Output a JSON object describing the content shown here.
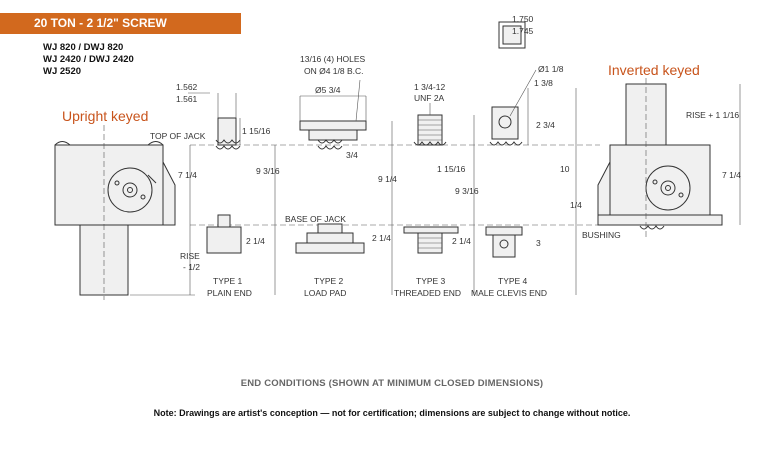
{
  "header": {
    "title": "20 TON - 2 1/2\" SCREW"
  },
  "models": [
    "WJ 820 / DWJ 820",
    "WJ 2420 / DWJ 2420",
    "WJ 2520"
  ],
  "labels": {
    "upright": "Upright keyed",
    "inverted": "Inverted keyed",
    "top_of_jack": "TOP OF JACK",
    "base_of_jack": "BASE OF JACK",
    "bushing": "BUSHING",
    "rise": "RISE",
    "rise_minus": "- 1/2",
    "rise_plus": "RISE + 1 1/16"
  },
  "dimensions": {
    "dia_top": "1.562",
    "dia_bottom": "1.561",
    "d1_15_16": "1 15/16",
    "d2_1_4_a": "2 1/4",
    "d7_1_4_left": "7 1/4",
    "d9_3_16_a": "9 3/16",
    "holes_line1": "13/16 (4) HOLES",
    "holes_line2": "ON Ø4 1/8 B.C.",
    "d_dia5_3_4": "Ø5 3/4",
    "d3_4": "3/4",
    "d2_1_4_b": "2 1/4",
    "d9_1_4": "9 1/4",
    "thread_line1": "1 3/4-12",
    "thread_line2": "UNF 2A",
    "d1_15_16_b": "1 15/16",
    "d9_3_16_b": "9 3/16",
    "d2_1_4_c": "2 1/4",
    "sq_top": "1.750",
    "sq_bottom": "1.745",
    "d_dia1_1_8": "Ø1 1/8",
    "d1_3_8": "1 3/8",
    "d2_3_4": "2 3/4",
    "d10": "10",
    "d1_4": "1/4",
    "d3": "3",
    "d7_1_4_right": "7 1/4"
  },
  "types": [
    {
      "name": "TYPE 1",
      "desc": "PLAIN END"
    },
    {
      "name": "TYPE 2",
      "desc": "LOAD PAD"
    },
    {
      "name": "TYPE 3",
      "desc": "THREADED END"
    },
    {
      "name": "TYPE 4",
      "desc": "MALE CLEVIS END"
    }
  ],
  "caption": "END CONDITIONS (SHOWN AT MINIMUM CLOSED DIMENSIONS)",
  "note": "Note: Drawings are artist's conception — not for certification; dimensions are subject to change without notice."
}
